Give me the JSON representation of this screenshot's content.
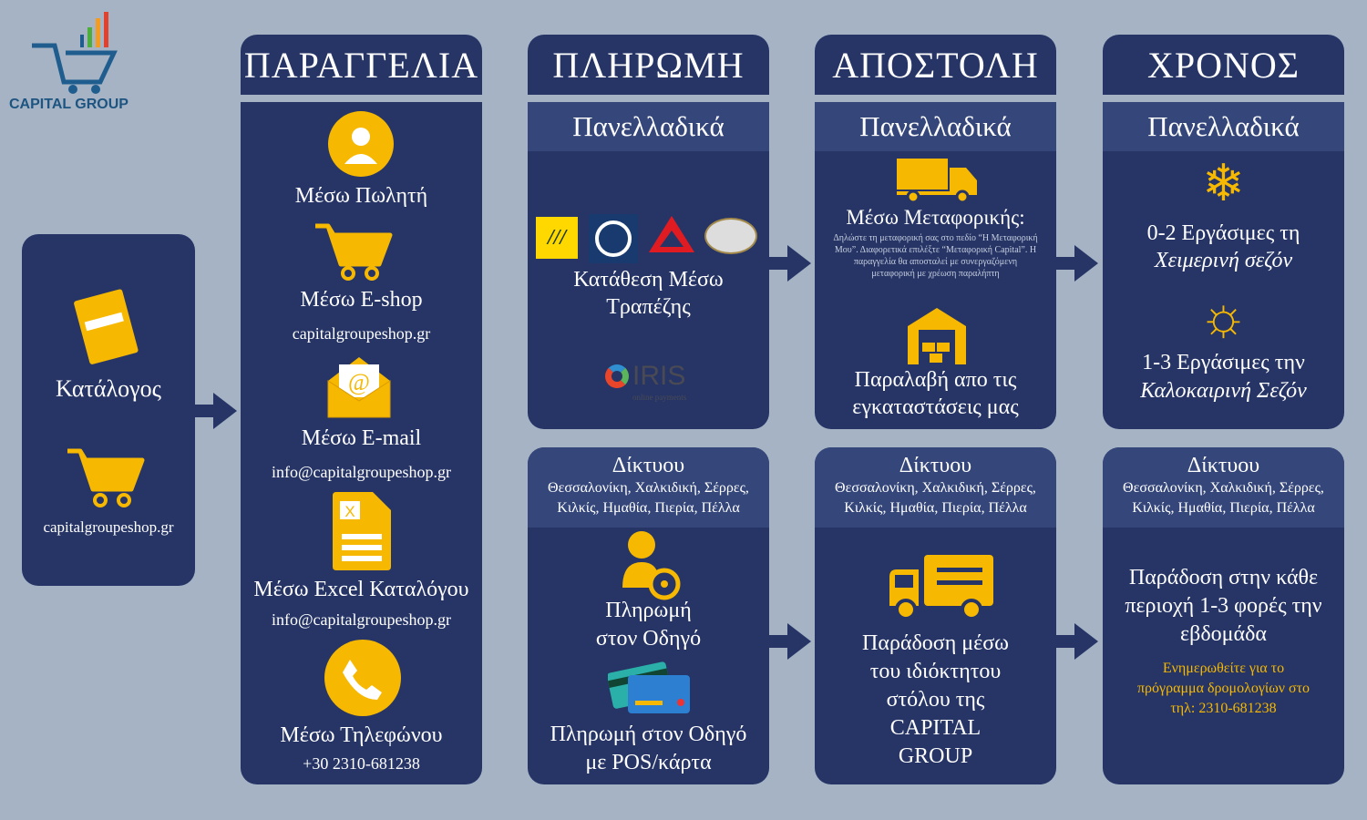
{
  "logo": {
    "text": "CAPITAL GROUP"
  },
  "catalog": {
    "label": "Κατάλογος",
    "link": "capitalgroupeshop.gr"
  },
  "order": {
    "title": "ΠΑΡΑΓΓΕΛΙΑ",
    "items": [
      {
        "label": "Μέσω Πωλητή"
      },
      {
        "label": "Μέσω E-shop",
        "detail": "capitalgroupeshop.gr"
      },
      {
        "label": "Μέσω E-mail",
        "detail": "info@capitalgroupeshop.gr"
      },
      {
        "label": "Μέσω Excel Καταλόγου",
        "detail": "info@capitalgroupeshop.gr"
      },
      {
        "label": "Μέσω Τηλεφώνου",
        "detail": "+30 2310-681238"
      }
    ]
  },
  "payment": {
    "title": "ΠΛΗΡΩΜΗ",
    "nationwide": {
      "header": "Πανελλαδικά",
      "bank_label": "Κατάθεση Μέσω Τραπέζης",
      "iris": "IRIS",
      "iris_sub": "online payments"
    },
    "network": {
      "header": "Δίκτυου",
      "areas": "Θεσσαλονίκη, Χαλκιδική, Σέρρες, Κιλκίς, Ημαθία, Πιερία, Πέλλα",
      "driver": "Πληρωμή στον Οδηγό",
      "pos": "Πληρωμή στον Οδηγό με POS/κάρτα"
    }
  },
  "shipping": {
    "title": "ΑΠΟΣΤΟΛΗ",
    "nationwide": {
      "header": "Πανελλαδικά",
      "carrier": "Μέσω Μεταφορικής:",
      "carrier_note": "Δηλώστε τη μεταφορική σας στο πεδίο “Η Μεταφορική Μου”. Διαφορετικά επιλέξτε “Μεταφορική Capital”. Η παραγγελία θα αποσταλεί με συνεργαζόμενη μεταφορική με χρέωση παραλήπτη",
      "pickup": "Παραλαβή απο τις εγκαταστάσεις μας"
    },
    "network": {
      "header": "Δίκτυου",
      "areas": "Θεσσαλονίκη, Χαλκιδική, Σέρρες, Κιλκίς, Ημαθία, Πιερία, Πέλλα",
      "fleet": "Παράδοση μέσω του ιδιόκτητου στόλου της CAPITAL GROUP"
    }
  },
  "time": {
    "title": "ΧΡΟΝΟΣ",
    "nationwide": {
      "header": "Πανελλαδικά",
      "winter": "0-2 Εργάσιμες τη",
      "winter_season": "Χειμερινή σεζόν",
      "summer": "1-3 Εργάσιμες την",
      "summer_season": "Καλοκαιρινή Σεζόν"
    },
    "network": {
      "header": "Δίκτυου",
      "areas": "Θεσσαλονίκη, Χαλκιδική, Σέρρες, Κιλκίς, Ημαθία, Πιερία, Πέλλα",
      "delivery": "Παράδοση στην κάθε περιοχή 1-3 φορές την εβδομάδα",
      "info": "Ενημερωθείτε για το πρόγραμμα δρομολογίων στο τηλ: 2310-681238"
    }
  },
  "colors": {
    "panel": "#263566",
    "accent": "#f6b800",
    "background": "#a5b3c5"
  }
}
